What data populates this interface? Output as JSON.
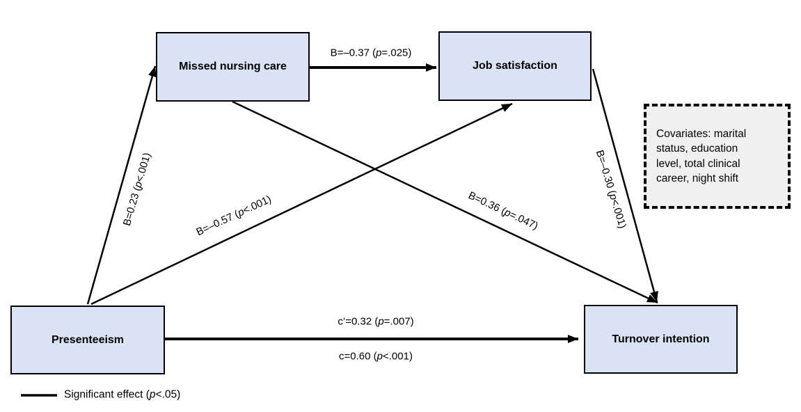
{
  "colors": {
    "node_fill": "#dae3f3",
    "node_border": "#000000",
    "covariates_fill": "#f0f0f0",
    "line": "#000000",
    "text": "#000000"
  },
  "nodes": {
    "missed_nursing_care": {
      "label": "Missed nursing care"
    },
    "job_satisfaction": {
      "label": "Job satisfaction"
    },
    "presenteeism": {
      "label": "Presenteeism"
    },
    "turnover_intention": {
      "label": "Turnover intention"
    }
  },
  "covariates": {
    "text": "Covariates: marital\nstatus, education\nlevel, total clinical\ncareer, night shift"
  },
  "paths": {
    "mnc_to_js": {
      "from": "Missed nursing care",
      "to": "Job satisfaction",
      "pre": "B=–0.37 (",
      "p": "p",
      "post": "=.025)"
    },
    "pres_to_mnc": {
      "from": "Presenteeism",
      "to": "Missed nursing care",
      "pre": "B=0.23 (",
      "p": "p",
      "post": "<.001)"
    },
    "pres_to_js": {
      "from": "Presenteeism",
      "to": "Job satisfaction",
      "pre": "B=–0.57 (",
      "p": "p",
      "post": "<.001)"
    },
    "mnc_to_ti": {
      "from": "Missed nursing care",
      "to": "Turnover intention",
      "pre": "B=0.36 (",
      "p": "p",
      "post": "=.047)"
    },
    "js_to_ti": {
      "from": "Job satisfaction",
      "to": "Turnover intention",
      "pre": "B=–0.30 (",
      "p": "p",
      "post": "<.001)"
    },
    "pres_to_ti_direct": {
      "from": "Presenteeism",
      "to": "Turnover intention",
      "pre": "c’=0.32 (",
      "p": "p",
      "post": "=.007)"
    },
    "pres_to_ti_total": {
      "from": "Presenteeism",
      "to": "Turnover intention",
      "pre": "c=0.60 (",
      "p": "p",
      "post": "<.001)"
    }
  },
  "legend": {
    "pre": "Significant effect (",
    "p": "p",
    "post": "<.05)"
  }
}
